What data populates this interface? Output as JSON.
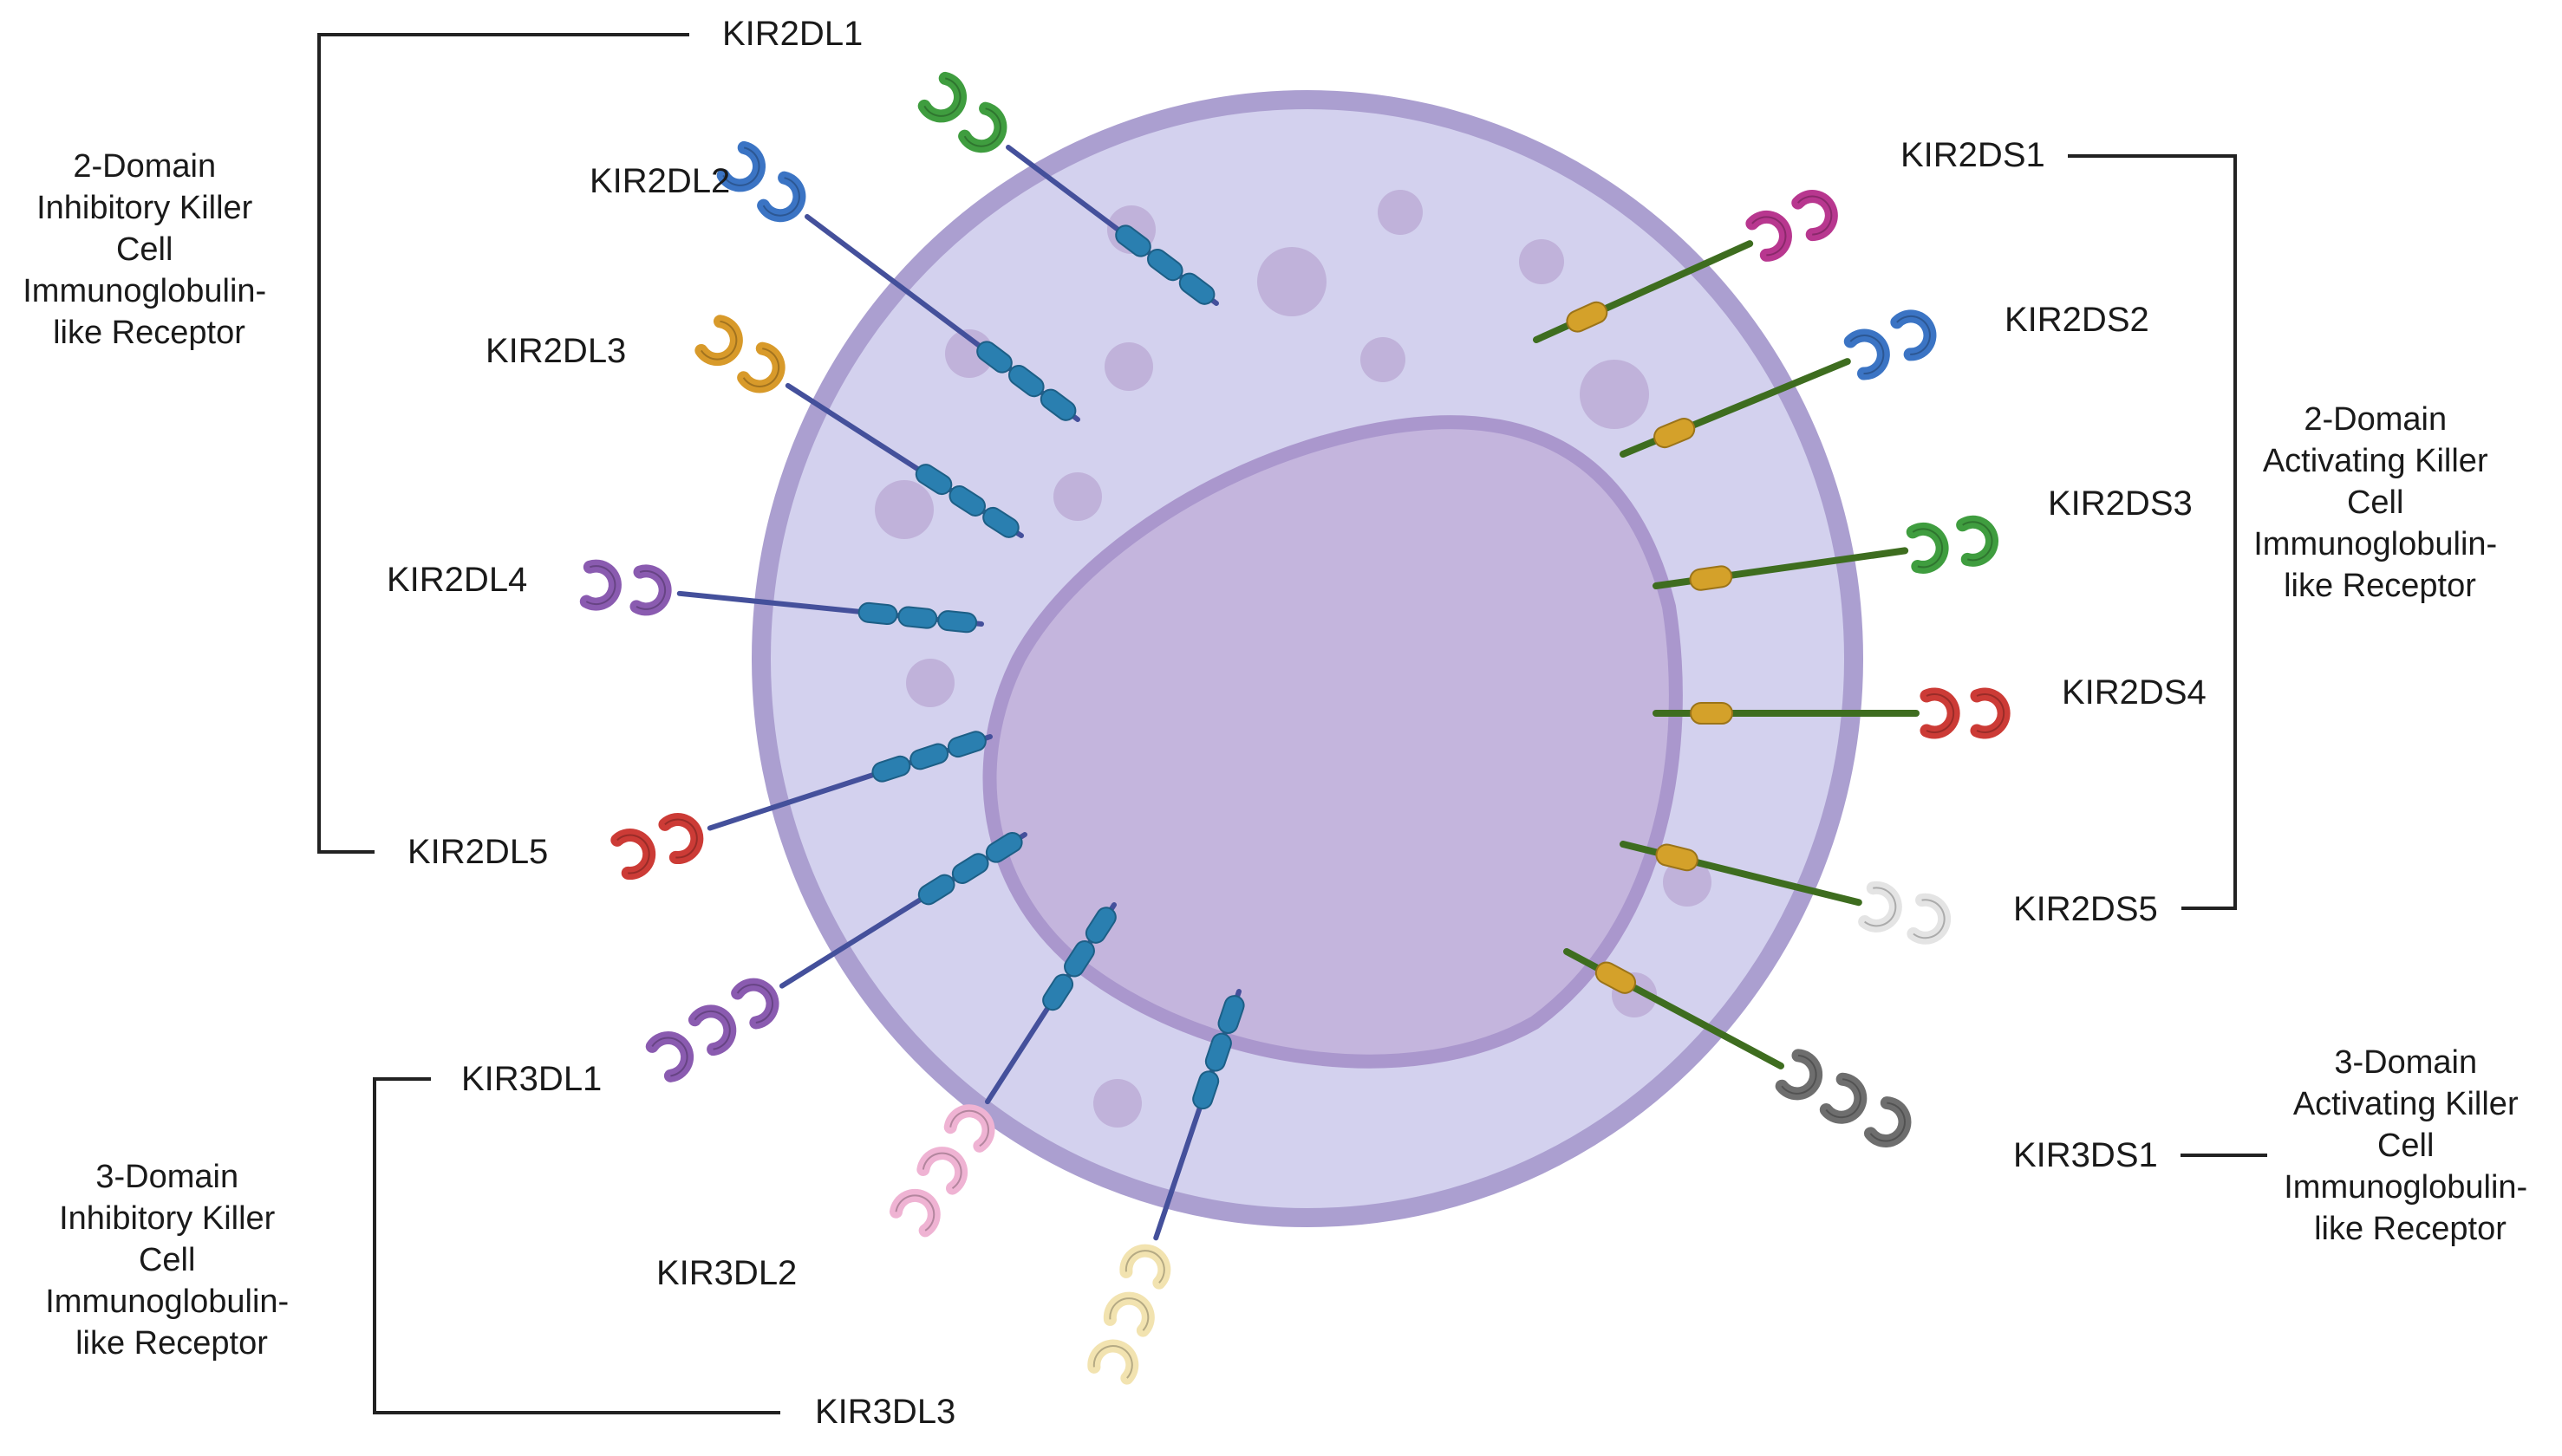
{
  "groups": {
    "inhibitory_2d": {
      "label_lines": [
        "2-Domain",
        "Inhibitory Killer",
        "Cell",
        "Immunoglobulin-",
        "like Receptor"
      ]
    },
    "activating_2d": {
      "label_lines": [
        "2-Domain",
        "Activating Killer",
        "Cell",
        "Immunoglobulin-",
        "like Receptor"
      ]
    },
    "inhibitory_3d": {
      "label_lines": [
        "3-Domain",
        "Inhibitory Killer",
        "Cell",
        "Immunoglobulin-",
        "like Receptor"
      ]
    },
    "activating_3d": {
      "label_lines": [
        "3-Domain",
        "Activating Killer",
        "Cell",
        "Immunoglobulin-",
        "like Receptor"
      ]
    }
  },
  "receptors": [
    {
      "name": "KIR2DL1",
      "color": "#3f9d3f",
      "domains": 2,
      "type": "inhibitory"
    },
    {
      "name": "KIR2DL2",
      "color": "#3b74c4",
      "domains": 2,
      "type": "inhibitory"
    },
    {
      "name": "KIR2DL3",
      "color": "#d89a2a",
      "domains": 2,
      "type": "inhibitory"
    },
    {
      "name": "KIR2DL4",
      "color": "#8a5bb0",
      "domains": 2,
      "type": "inhibitory"
    },
    {
      "name": "KIR2DL5",
      "color": "#cc3b36",
      "domains": 2,
      "type": "inhibitory"
    },
    {
      "name": "KIR3DL1",
      "color": "#8a5bb0",
      "domains": 3,
      "type": "inhibitory"
    },
    {
      "name": "KIR3DL2",
      "color": "#efb3d3",
      "domains": 3,
      "type": "inhibitory"
    },
    {
      "name": "KIR3DL3",
      "color": "#f2e3b0",
      "domains": 3,
      "type": "inhibitory"
    },
    {
      "name": "KIR2DS1",
      "color": "#b8378f",
      "domains": 2,
      "type": "activating"
    },
    {
      "name": "KIR2DS2",
      "color": "#3b74c4",
      "domains": 2,
      "type": "activating"
    },
    {
      "name": "KIR2DS3",
      "color": "#3f9d3f",
      "domains": 2,
      "type": "activating"
    },
    {
      "name": "KIR2DS4",
      "color": "#cc3b36",
      "domains": 2,
      "type": "activating"
    },
    {
      "name": "KIR2DS5",
      "color": "#e4e4e4",
      "domains": 2,
      "type": "activating"
    },
    {
      "name": "KIR3DS1",
      "color": "#6e6e6e",
      "domains": 3,
      "type": "activating"
    }
  ],
  "colors": {
    "cell_fill": "#d3d1ee",
    "cell_border": "#ab9fd0",
    "nucleus_fill": "#c4b5dd",
    "nucleus_border": "#aa97cd",
    "granule": "#c0b2da",
    "inhibitory_stalk": "#44509b",
    "inhibitory_itim": "#2a7fb0",
    "activating_stalk": "#3e6d1f",
    "activating_pad": "#d4a12a",
    "bracket": "#222222"
  }
}
